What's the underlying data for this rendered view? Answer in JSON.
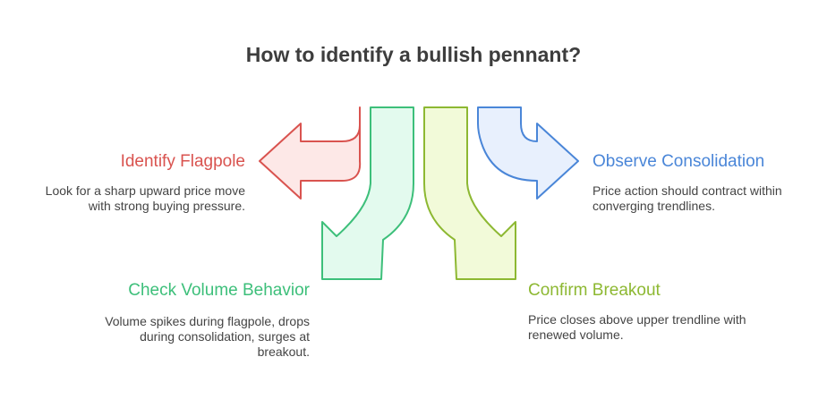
{
  "title": "How to identify a bullish pennant?",
  "steps": [
    {
      "id": "identify-flagpole",
      "title": "Identify Flagpole",
      "description": "Look for a sharp upward price move with strong buying pressure.",
      "stroke": "#d9534f",
      "fill": "#fde8e7"
    },
    {
      "id": "check-volume",
      "title": "Check Volume Behavior",
      "description": "Volume spikes during flagpole, drops during consolidation, surges at breakout.",
      "stroke": "#3dbf7a",
      "fill": "#e3faee"
    },
    {
      "id": "confirm-breakout",
      "title": "Confirm Breakout",
      "description": "Price closes above upper trendline with renewed volume.",
      "stroke": "#8db832",
      "fill": "#f2fad9"
    },
    {
      "id": "observe-consolidation",
      "title": "Observe Consolidation",
      "description": "Price action should contract within converging trendlines.",
      "stroke": "#4a86d8",
      "fill": "#e8f0fd"
    }
  ]
}
